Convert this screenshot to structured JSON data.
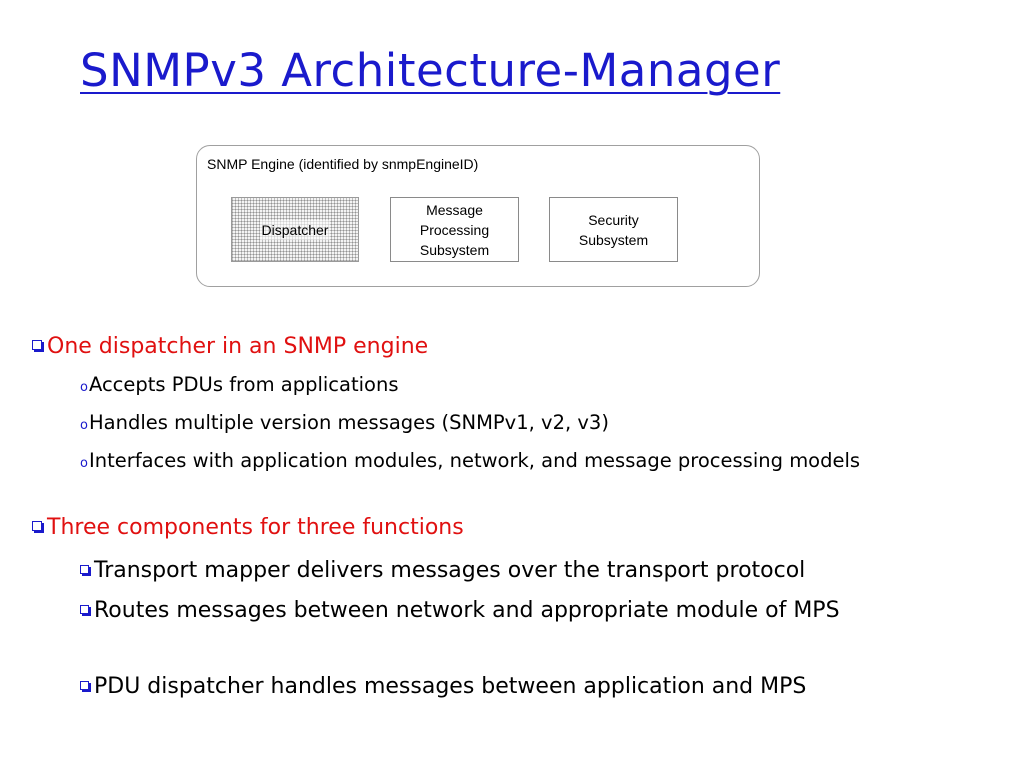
{
  "slide": {
    "title": "SNMPv3 Architecture-Manager"
  },
  "diagram": {
    "engine_label": "SNMP Engine (identified by snmpEngineID)",
    "dispatcher": "Dispatcher",
    "message_processing": "Message\nProcessing\nSubsystem",
    "security": "Security\nSubsystem"
  },
  "bullets": [
    {
      "text": "One dispatcher in an SNMP engine",
      "children": [
        "Accepts PDUs from applications",
        "Handles multiple version messages (SNMPv1, v2, v3)",
        "Interfaces with application modules, network, and message processing models"
      ]
    },
    {
      "text": "Three components for three functions",
      "children": [
        "Transport mapper delivers messages over the transport protocol",
        "Routes messages between network and appropriate module of MPS",
        "PDU dispatcher handles messages between application and MPS"
      ]
    }
  ],
  "colors": {
    "title": "#1a1acc",
    "bullet_heading": "#e01010",
    "bullet_marker": "#1a1acc"
  },
  "icons": {
    "level1_marker": "hollow-square-icon",
    "level2_marker": "small-o-icon",
    "level3_marker": "hollow-square-icon"
  }
}
